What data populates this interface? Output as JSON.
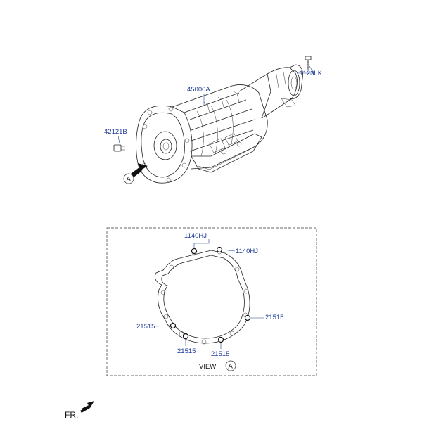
{
  "parts": {
    "transmission": "45000A",
    "bolt_top": "1123LK",
    "plug": "42121B",
    "bolt_a": "1140HJ",
    "bolt_b": "1140HJ",
    "dowel_left": "21515",
    "dowel_right": "21515",
    "dowel_bottom_left": "21515",
    "dowel_bottom_right": "21515"
  },
  "view_label": "VIEW",
  "view_marker": "A",
  "arrow_marker": "A",
  "front_label": "FR.",
  "colors": {
    "label": "#1e3c96",
    "lines": "#222222"
  }
}
